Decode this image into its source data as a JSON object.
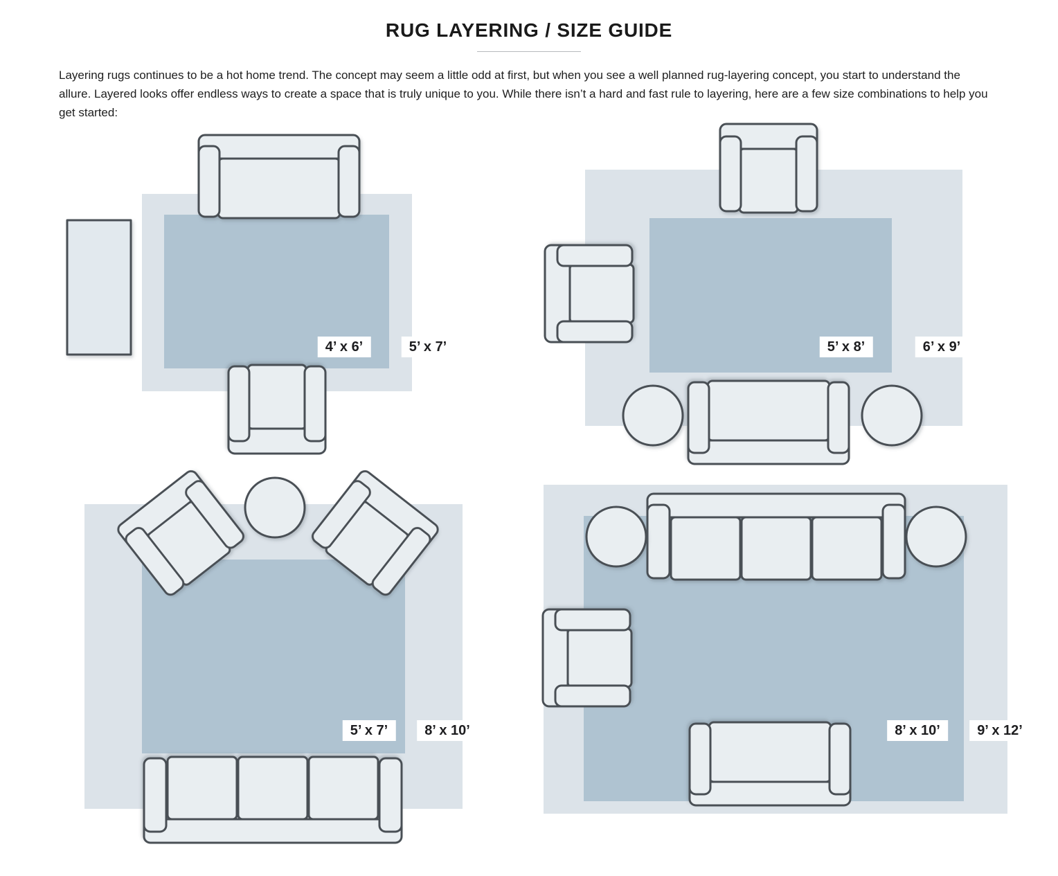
{
  "title": "RUG LAYERING / SIZE GUIDE",
  "intro": "Layering rugs continues to be a hot home trend. The concept may seem a little odd at first, but when you see a well planned rug-layering concept, you start to understand the allure. Layered looks offer endless ways to create a space that is truly unique to you. While there isn’t a hard and fast rule to layering, here are a few size combinations to help you get started:",
  "colors": {
    "outer_rug": "#dce3e9",
    "inner_rug": "#afc3d1",
    "furniture_fill": "#e9eef1",
    "furniture_stroke": "#4a4f54",
    "label_text": "#1d1d1f",
    "label_bg": "#ffffff"
  },
  "icons": {
    "sofa-icon": "top-view sofa shape",
    "armchair-icon": "top-view armchair shape",
    "round-table-icon": "circle",
    "side-table-icon": "rectangle"
  },
  "diagrams": [
    {
      "name": "top-left",
      "inner_size": "4’ x 6’",
      "outer_size": "5’ x 7’"
    },
    {
      "name": "top-right",
      "inner_size": "5’ x 8’",
      "outer_size": "6’ x 9’"
    },
    {
      "name": "bottom-left",
      "inner_size": "5’ x 7’",
      "outer_size": "8’ x 10’"
    },
    {
      "name": "bottom-right",
      "inner_size": "8’ x 10’",
      "outer_size": "9’ x 12’"
    }
  ]
}
